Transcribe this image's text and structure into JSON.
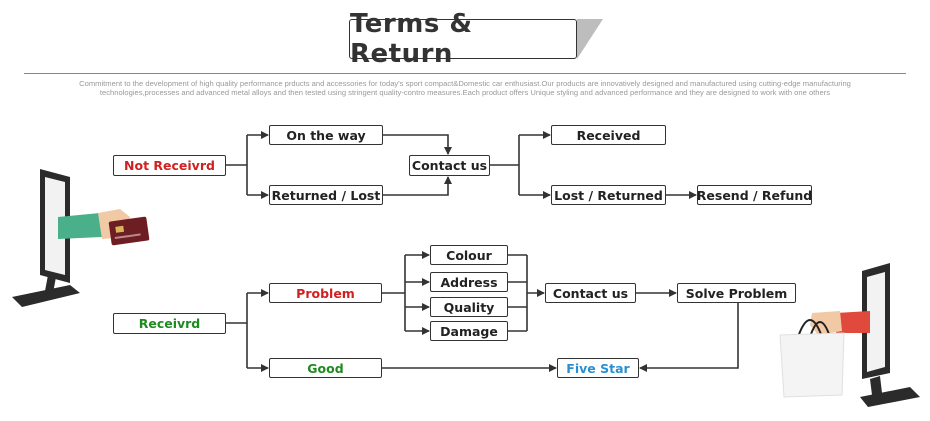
{
  "header": {
    "title": "Terms & Return",
    "blurb_line1": "Commitment to the development of high quality performance prducts and accessories for today's sport compact&Domestic car enthusiast.Our products are innovatively designed and manufactured using cutting-edge manufacturing",
    "blurb_line2": "technologies,processes and advanced metal alloys and then tested using stringent quality-contro measures.Each  product offers Unique styling and advanced performance and they are designed to work with one others"
  },
  "flow_top": {
    "not_received": "Not Receivrd",
    "on_the_way": "On the way",
    "returned_lost": "Returned / Lost",
    "contact_us": "Contact us",
    "received": "Received",
    "lost_returned": "Lost / Returned",
    "resend_refund": "Resend / Refund"
  },
  "flow_bottom": {
    "received": "Receivrd",
    "problem": "Problem",
    "good": "Good",
    "colour": "Colour",
    "address": "Address",
    "quality": "Quality",
    "damage": "Damage",
    "contact_us": "Contact us",
    "solve_problem": "Solve Problem",
    "five_star": "Five Star"
  },
  "colors": {
    "red": "#d21f1f",
    "green": "#1f8a1f",
    "blue": "#2a8fd0"
  }
}
